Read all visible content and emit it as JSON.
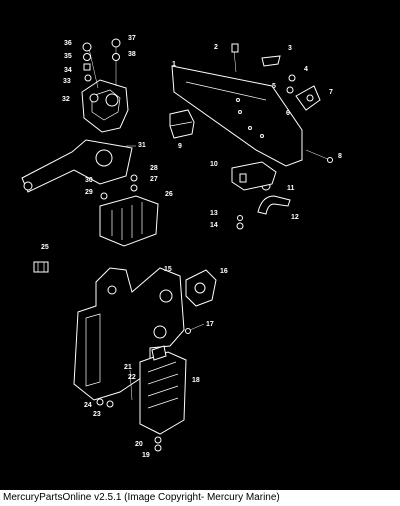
{
  "callouts": [
    "1",
    "2",
    "3",
    "4",
    "5",
    "6",
    "7",
    "8",
    "9",
    "10",
    "11",
    "12",
    "13",
    "14",
    "15",
    "16",
    "17",
    "18",
    "19",
    "20",
    "21",
    "22",
    "23",
    "24",
    "25",
    "26",
    "27",
    "28",
    "29",
    "30",
    "31",
    "32",
    "33",
    "34",
    "35",
    "36",
    "37",
    "38"
  ],
  "footer": {
    "text": "MercuryPartsOnline v2.5.1 (Image Copyright- Mercury Marine)"
  }
}
